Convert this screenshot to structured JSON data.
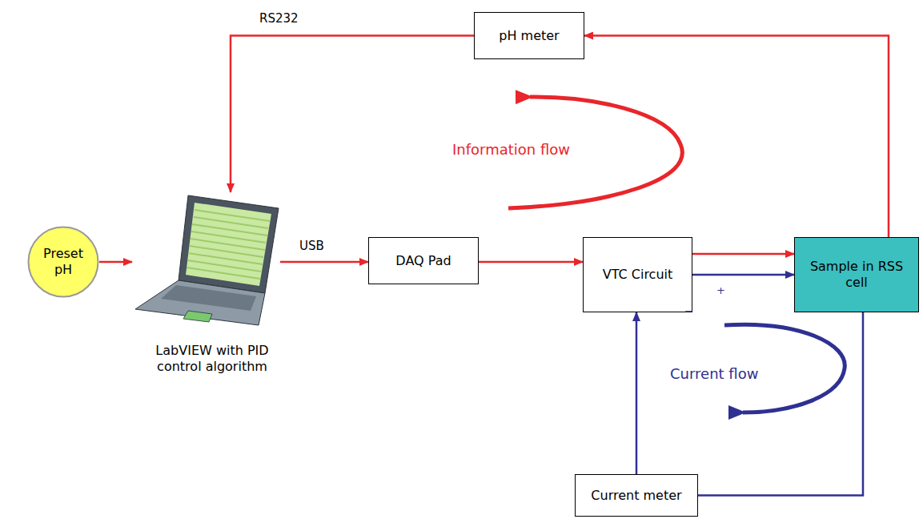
{
  "diagram": {
    "nodes": [
      {
        "text": [
          "Preset pH"
        ]
      },
      {
        "text": [
          "LabVIEW with PID control algorithm"
        ]
      },
      {
        "text": [
          "DAQ Pad"
        ]
      },
      {
        "text": [
          "VTC Circuit"
        ]
      },
      {
        "text": [
          "Sample in RSS cell"
        ]
      },
      {
        "text": [
          "pH meter"
        ]
      },
      {
        "text": [
          "Current meter"
        ]
      }
    ],
    "edges": [
      {
        "from": 0,
        "to": 1,
        "arrow": "to"
      },
      {
        "from": 1,
        "to": 2,
        "label": "USB",
        "arrow": "to"
      },
      {
        "from": 2,
        "to": 3,
        "arrow": "to"
      },
      {
        "from": 3,
        "to": 4,
        "arrow": "to"
      },
      {
        "from": 3,
        "to": 4,
        "arrow": "to"
      },
      {
        "from": 4,
        "to": 5,
        "arrow": "to"
      },
      {
        "from": 5,
        "to": 1,
        "label": "RS232",
        "arrow": "to"
      },
      {
        "from": 4,
        "to": 6,
        "arrow": "none"
      },
      {
        "from": 6,
        "to": 3,
        "arrow": "to"
      }
    ],
    "labels": [
      "Information flow",
      "Current flow",
      "+",
      "−"
    ]
  }
}
